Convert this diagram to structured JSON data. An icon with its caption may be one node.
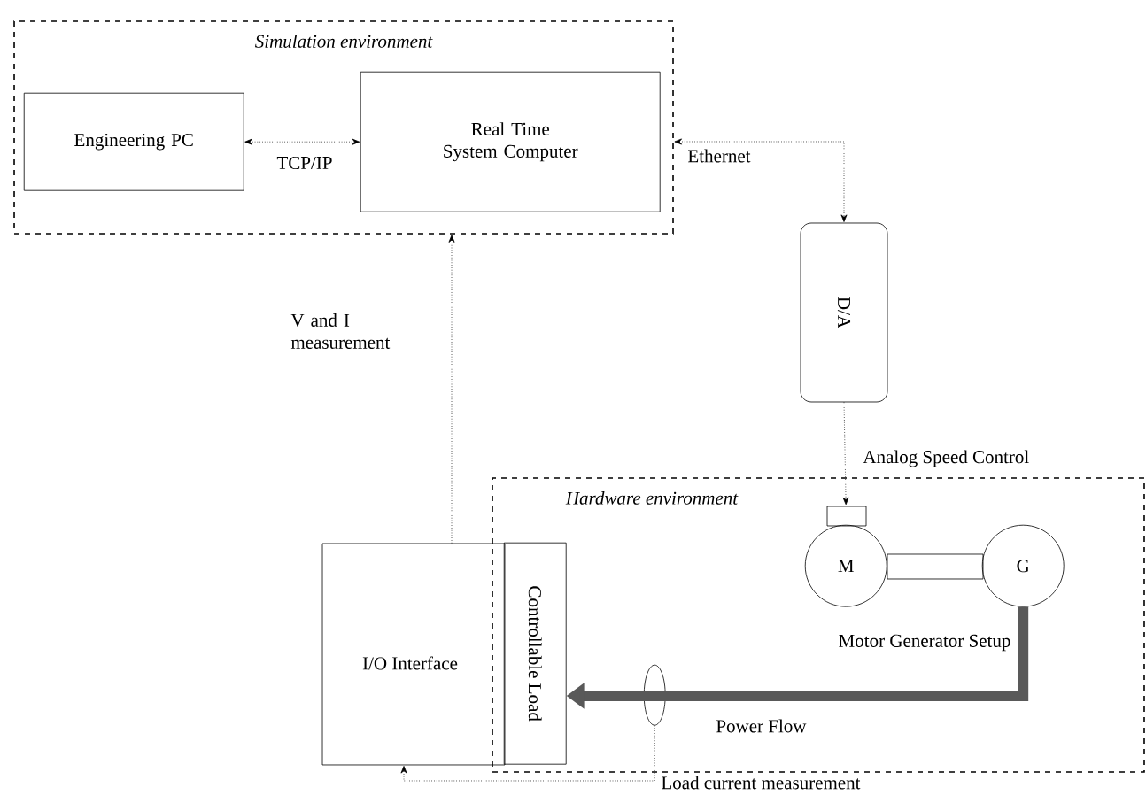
{
  "diagram": {
    "nodes": [
      {
        "text": [
          "Simulation environment"
        ]
      },
      {
        "text": [
          "Engineering PC"
        ],
        "in": 0
      },
      {
        "text": [
          "Real Time System Computer"
        ],
        "in": 0
      },
      {
        "text": [
          "D/A"
        ]
      },
      {
        "text": [
          "Hardware environment"
        ]
      },
      {
        "text": [
          "I/O Interface"
        ]
      },
      {
        "text": [
          "Controllable Load"
        ],
        "in": 4
      },
      {
        "text": [
          "M"
        ],
        "in": 4
      },
      {
        "text": [
          "G"
        ],
        "in": 4
      },
      {
        "text": [],
        "shape": "ellipse",
        "in": 4
      }
    ],
    "edges": [
      {
        "from": 1,
        "to": 2,
        "arrow": "both",
        "label": "TCP/IP",
        "style": "dashed"
      },
      {
        "from": 0,
        "to": 3,
        "arrow": "both",
        "label": "Ethernet",
        "style": "dashed"
      },
      {
        "from": 3,
        "to": 7,
        "arrow": "to",
        "label": "Analog Speed Control",
        "style": "dashed"
      },
      {
        "from": 5,
        "to": 0,
        "arrow": "to",
        "label": "V and I measurement",
        "style": "dashed"
      },
      {
        "from": 8,
        "to": 6,
        "arrow": "to",
        "label": "Power Flow",
        "style": "thick",
        "color": "#595959"
      },
      {
        "from": 9,
        "to": 5,
        "arrow": "to",
        "label": "Load current measurement",
        "style": "dashed"
      }
    ],
    "labels": [
      "Motor Generator Setup"
    ]
  }
}
